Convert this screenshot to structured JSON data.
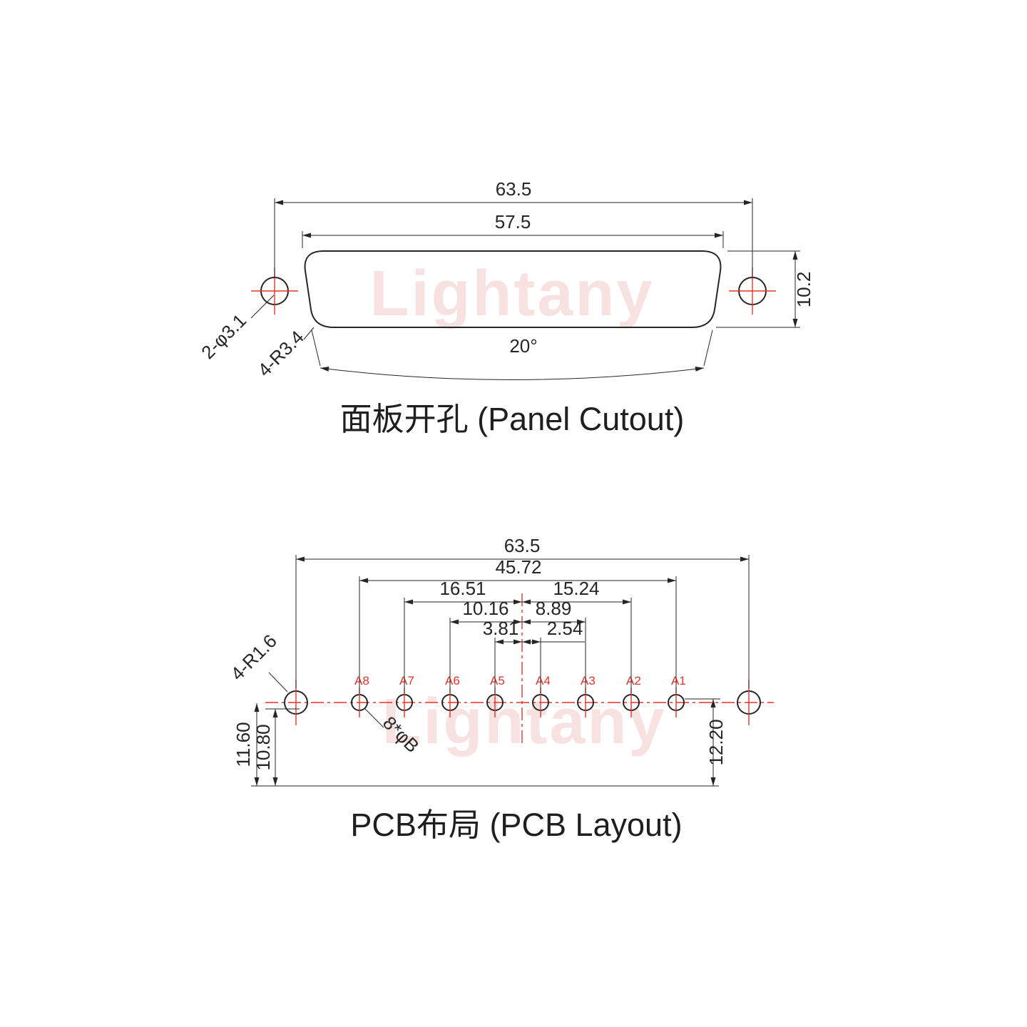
{
  "watermark": "Lightany",
  "colors": {
    "line": "#262626",
    "accent_red": "#e63329",
    "watermark_pink": "#f2c7c4"
  },
  "panel": {
    "title": "面板开孔 (Panel Cutout)",
    "dim_outer_width": "63.5",
    "dim_inner_width": "57.5",
    "dim_height": "10.2",
    "label_mount_holes": "2-φ3.1",
    "label_corner_radius": "4-R3.4",
    "label_side_angle": "20°"
  },
  "pcb": {
    "title": "PCB布局 (PCB Layout)",
    "dim_overall_width": "63.5",
    "dim_pin_span": "45.72",
    "dim_a7_to_center": "16.51",
    "dim_center_to_a2": "15.24",
    "dim_a6_to_center": "10.16",
    "dim_center_to_a3": "8.89",
    "dim_a5_to_center": "3.81",
    "dim_center_to_a4": "2.54",
    "dim_edge_left_outer": "11.60",
    "dim_edge_left_inner": "10.80",
    "dim_edge_right": "12.20",
    "label_mount_radius": "4-R1.6",
    "label_pin_diameter": "8*φB",
    "pins": [
      {
        "label": "A8"
      },
      {
        "label": "A7"
      },
      {
        "label": "A6"
      },
      {
        "label": "A5"
      },
      {
        "label": "A4"
      },
      {
        "label": "A3"
      },
      {
        "label": "A2"
      },
      {
        "label": "A1"
      }
    ]
  }
}
